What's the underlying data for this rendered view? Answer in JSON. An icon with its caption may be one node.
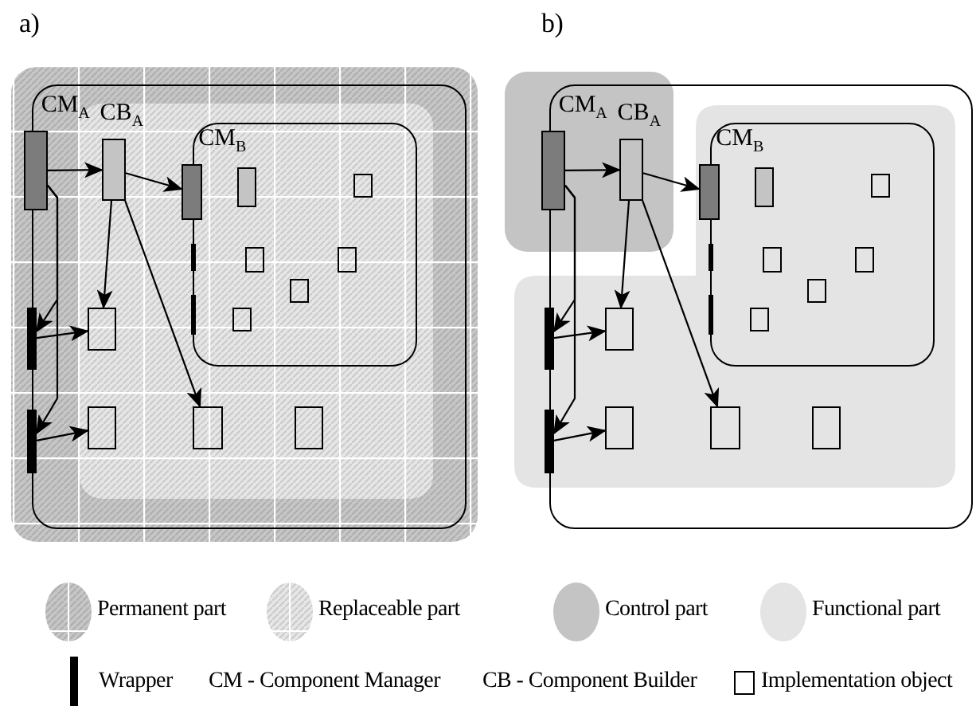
{
  "diagram": {
    "nodes": [
      {
        "text": [],
        "shape": "box"
      },
      {
        "text": [
          "CM$_{A}$"
        ],
        "in": 0
      },
      {
        "text": [
          "CB$_{A}$"
        ],
        "in": 0
      },
      {
        "text": [],
        "shape": "box",
        "in": 0
      },
      {
        "text": [
          "CM$_{B}$"
        ],
        "in": 3
      },
      {
        "text": [],
        "shape": "box",
        "in": 3
      },
      {
        "text": [],
        "shape": "box",
        "in": 3
      },
      {
        "text": [],
        "shape": "box",
        "in": 3
      },
      {
        "text": [],
        "shape": "box",
        "in": 3
      },
      {
        "text": [],
        "shape": "box",
        "in": 3
      },
      {
        "text": [],
        "shape": "box",
        "in": 3
      },
      {
        "text": [],
        "shape": "bar",
        "in": 3
      },
      {
        "text": [],
        "shape": "bar",
        "in": 3
      },
      {
        "text": [],
        "shape": "bar",
        "in": 0
      },
      {
        "text": [],
        "shape": "bar",
        "in": 0
      },
      {
        "text": [],
        "shape": "box",
        "in": 0
      },
      {
        "text": [],
        "shape": "box",
        "in": 0
      },
      {
        "text": [],
        "shape": "box",
        "in": 0
      },
      {
        "text": [],
        "shape": "box",
        "in": 0
      },
      {
        "text": [],
        "shape": "box"
      },
      {
        "text": [
          "CM$_{A}$"
        ],
        "in": 19
      },
      {
        "text": [
          "CB$_{A}$"
        ],
        "in": 19
      },
      {
        "text": [],
        "shape": "box",
        "in": 19
      },
      {
        "text": [
          "CM$_{B}$"
        ],
        "in": 22
      },
      {
        "text": [],
        "shape": "box",
        "in": 22
      },
      {
        "text": [],
        "shape": "box",
        "in": 22
      },
      {
        "text": [],
        "shape": "box",
        "in": 22
      },
      {
        "text": [],
        "shape": "box",
        "in": 22
      },
      {
        "text": [],
        "shape": "box",
        "in": 22
      },
      {
        "text": [],
        "shape": "box",
        "in": 22
      },
      {
        "text": [],
        "shape": "bar",
        "in": 22
      },
      {
        "text": [],
        "shape": "bar",
        "in": 22
      },
      {
        "text": [],
        "shape": "bar",
        "in": 19
      },
      {
        "text": [],
        "shape": "bar",
        "in": 19
      },
      {
        "text": [],
        "shape": "box",
        "in": 19
      },
      {
        "text": [],
        "shape": "box",
        "in": 19
      },
      {
        "text": [],
        "shape": "box",
        "in": 19
      },
      {
        "text": [],
        "shape": "box",
        "in": 19
      }
    ],
    "edges": [
      {
        "from": 1,
        "to": 2,
        "arrow": "to"
      },
      {
        "from": 2,
        "to": 4,
        "arrow": "to"
      },
      {
        "from": 2,
        "to": 15,
        "arrow": "to"
      },
      {
        "from": 2,
        "to": 17,
        "arrow": "to"
      },
      {
        "from": 1,
        "to": 13,
        "arrow": "to"
      },
      {
        "from": 1,
        "to": 14,
        "arrow": "to"
      },
      {
        "from": 13,
        "to": 15,
        "arrow": "to"
      },
      {
        "from": 14,
        "to": 16,
        "arrow": "to"
      },
      {
        "from": 20,
        "to": 21,
        "arrow": "to"
      },
      {
        "from": 21,
        "to": 23,
        "arrow": "to"
      },
      {
        "from": 21,
        "to": 34,
        "arrow": "to"
      },
      {
        "from": 21,
        "to": 36,
        "arrow": "to"
      },
      {
        "from": 20,
        "to": 32,
        "arrow": "to"
      },
      {
        "from": 20,
        "to": 33,
        "arrow": "to"
      },
      {
        "from": 32,
        "to": 34,
        "arrow": "to"
      },
      {
        "from": 33,
        "to": 35,
        "arrow": "to"
      }
    ],
    "labels": [
      "a)",
      "b)",
      "CM - Component Manager",
      "CB - Component Builder"
    ],
    "legend": [
      {
        "text": "Permanent part"
      },
      {
        "text": "Replaceable part"
      },
      {
        "text": "Control part",
        "color": "#c4c4c4"
      },
      {
        "text": "Functional part",
        "color": "#e4e4e4"
      },
      {
        "text": "Wrapper"
      },
      {
        "text": "Implementation object"
      }
    ]
  }
}
